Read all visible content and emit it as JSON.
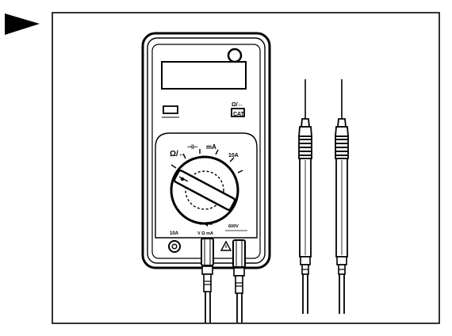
{
  "illustration": {
    "subject": "digital multimeter with two test probes",
    "pointer_icon": "right-triangle-arrow-icon",
    "ink_color": "#000000",
    "paper_color": "#ffffff"
  },
  "meter": {
    "mode_label": "Ω/↔",
    "diode_label": "⊣⊢",
    "ma_label": "mA",
    "current_label": "10A",
    "jack_10a_label": "10A",
    "jack_vohm_label": "V Ω mA",
    "jack_warning_label": "600V",
    "side_labels": [
      "Ω/↔",
      "CAT"
    ]
  }
}
